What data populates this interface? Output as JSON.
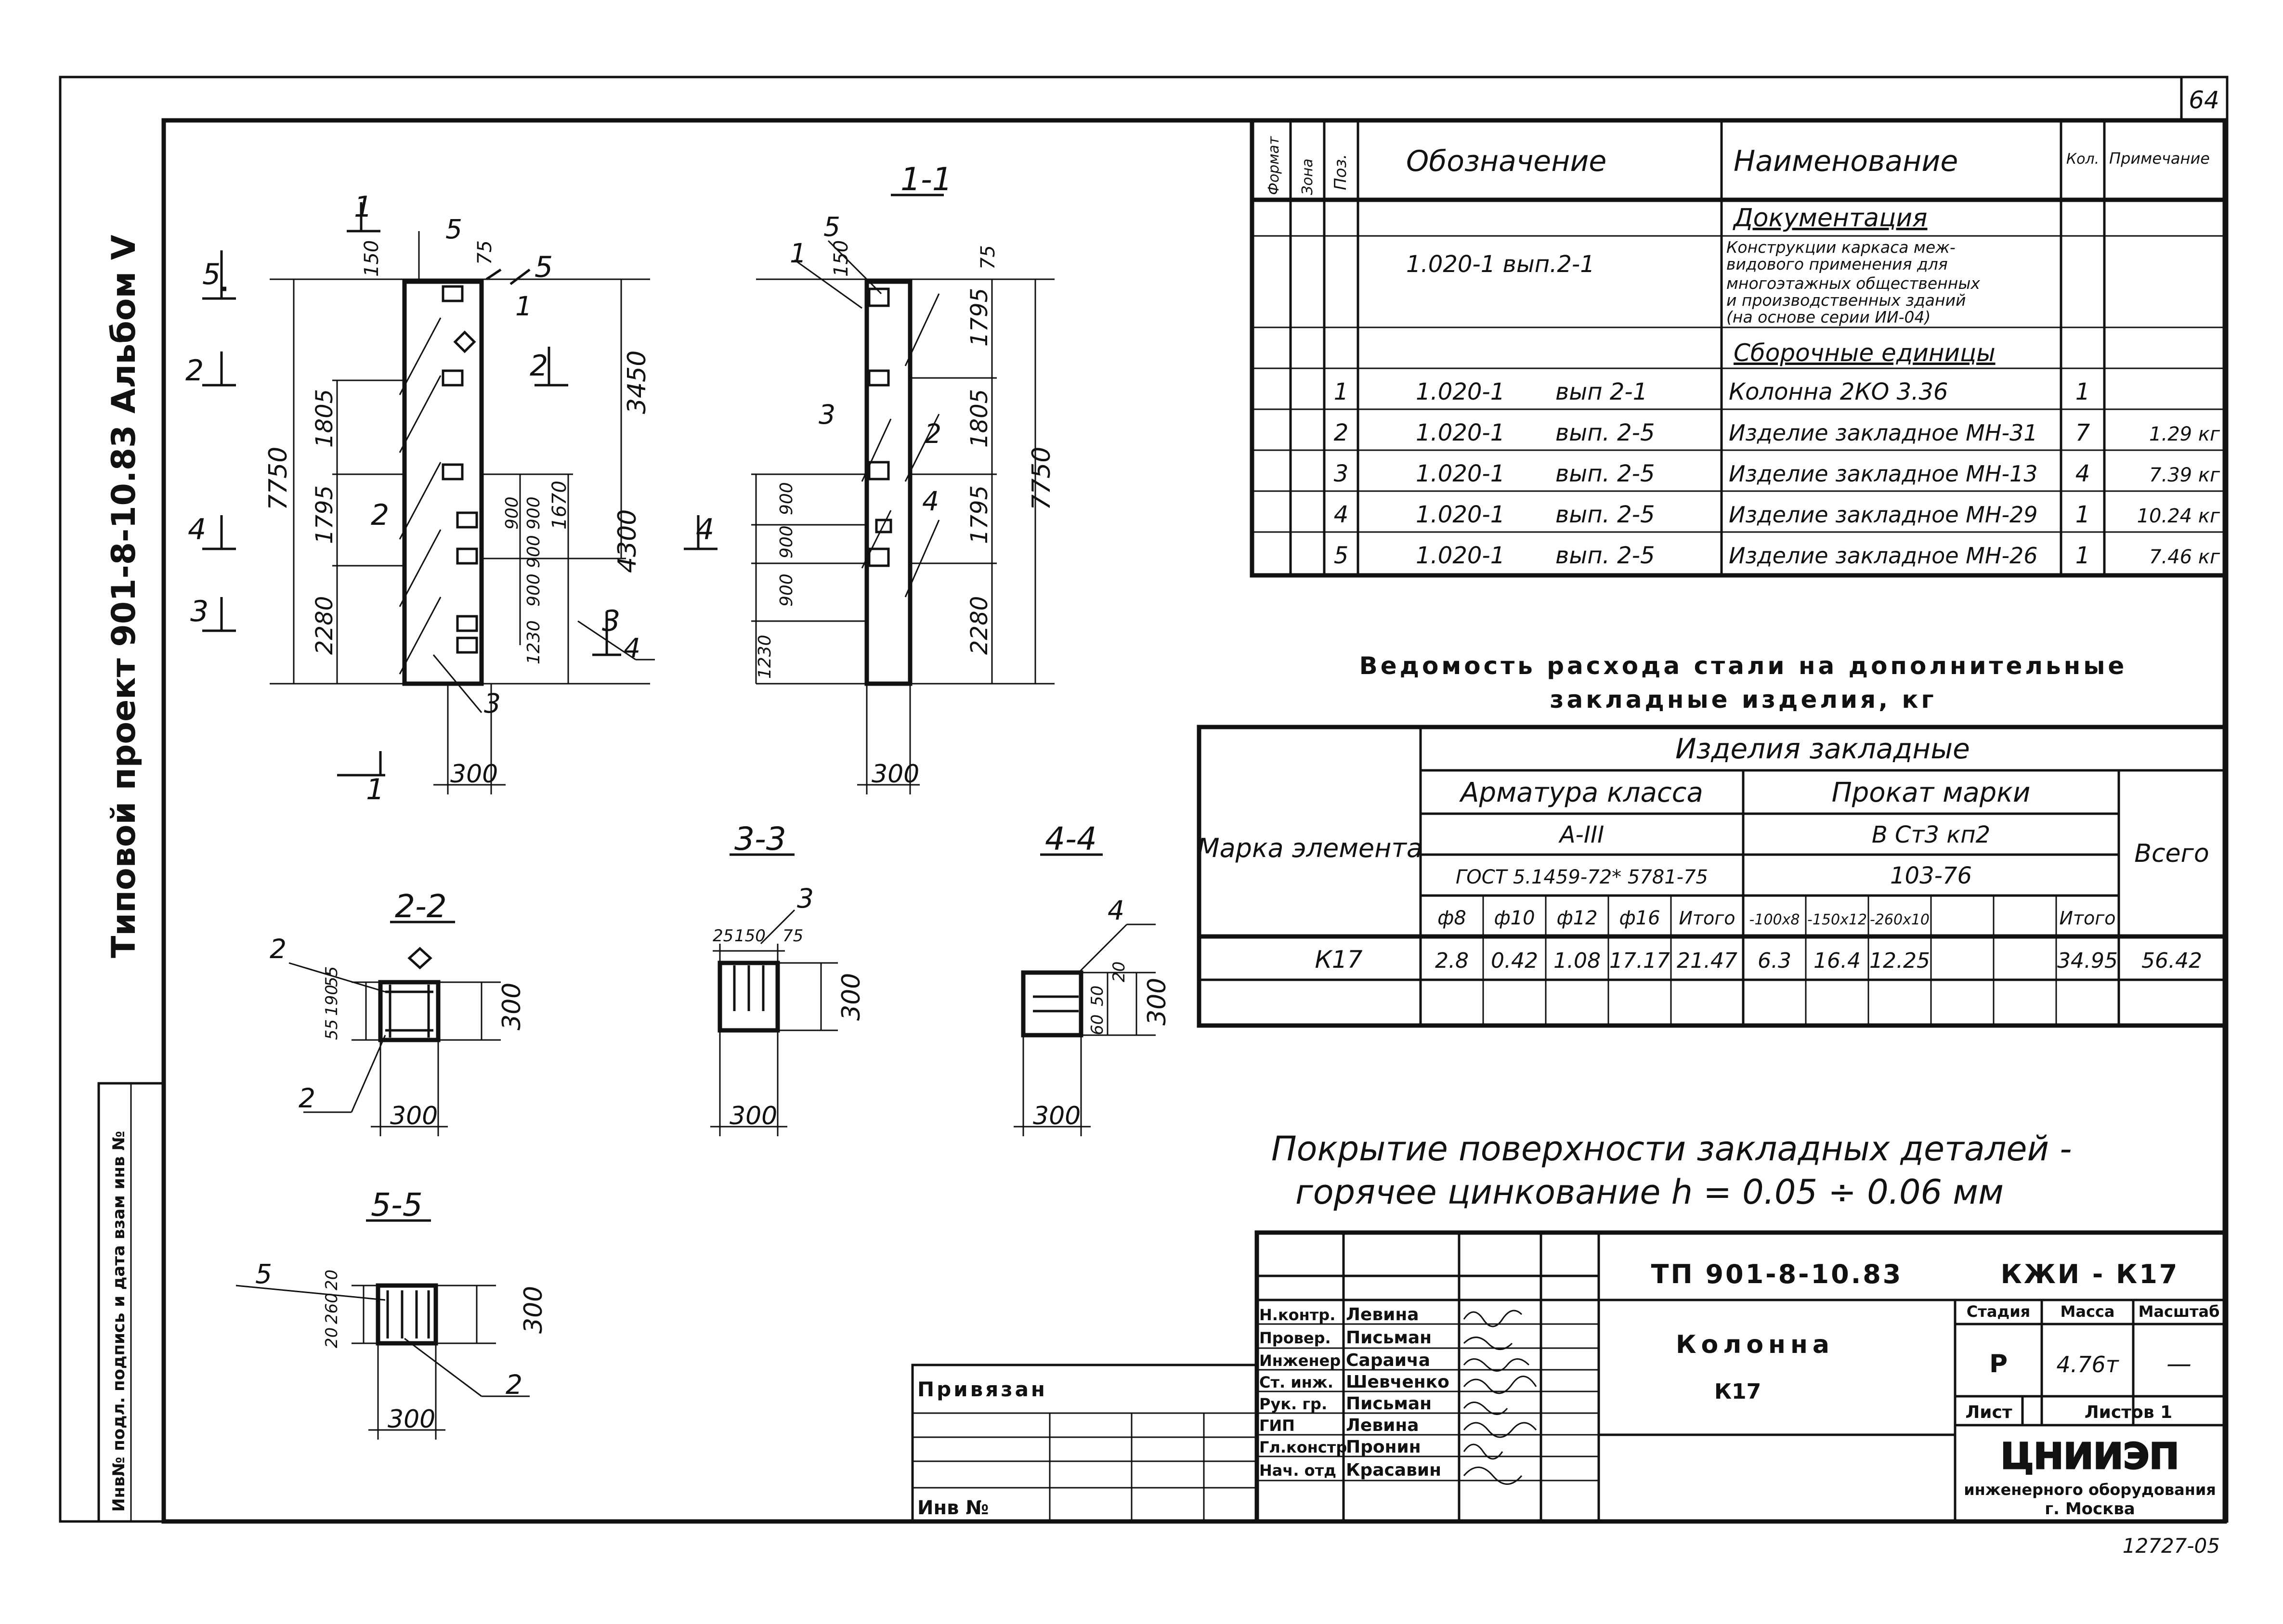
{
  "sheet": {
    "sheet_number": "64",
    "album_title": "Типовой проект 901-8-10.83 Альбом V",
    "left_strip": "Инв№ подл. подпись и дата взам инв №",
    "bottom_number": "12727-05"
  },
  "drawing": {
    "section_1_1": "1-1",
    "section_2_2": "2-2",
    "section_3_3": "3-3",
    "section_4_4": "4-4",
    "section_5_5": "5-5",
    "labels": {
      "n1": "1",
      "n2": "2",
      "n3": "3",
      "n4": "4",
      "n5": "5"
    },
    "dims": {
      "d150": "150",
      "d75": "75",
      "d3450": "3450",
      "d1805": "1805",
      "d1795": "1795",
      "d7750": "7750",
      "d2280": "2280",
      "d900": "900",
      "d1670": "1670",
      "d4300": "4300",
      "d1230": "1230",
      "d300": "300",
      "d55": "55",
      "d190": "190",
      "d25": "25",
      "d20": "20",
      "d260": "260",
      "d50": "50",
      "d60": "60"
    }
  },
  "spec_table": {
    "headers": {
      "format": "Формат",
      "zone": "Зона",
      "pos": "Поз.",
      "designation": "Обозначение",
      "name": "Наименование",
      "qty": "Кол.",
      "note": "Примечание"
    },
    "section_documentation": "Документация",
    "doc_row": {
      "designation": "1.020-1 вып.2-1",
      "name_lines": [
        "Конструкции каркаса меж-",
        "видового применения для",
        "многоэтажных общественных",
        "и производственных зданий",
        "(на основе серии ИИ-04)"
      ]
    },
    "section_assembly": "Сборочные единицы",
    "rows": [
      {
        "pos": "1",
        "designation": "1.020-1",
        "issue": "вып 2-1",
        "name": "Колонна 2КО 3.36",
        "qty": "1",
        "note": ""
      },
      {
        "pos": "2",
        "designation": "1.020-1",
        "issue": "вып. 2-5",
        "name": "Изделие закладное МН-31",
        "qty": "7",
        "note": "1.29 кг"
      },
      {
        "pos": "3",
        "designation": "1.020-1",
        "issue": "вып. 2-5",
        "name": "Изделие закладное МН-13",
        "qty": "4",
        "note": "7.39 кг"
      },
      {
        "pos": "4",
        "designation": "1.020-1",
        "issue": "вып. 2-5",
        "name": "Изделие закладное МН-29",
        "qty": "1",
        "note": "10.24 кг"
      },
      {
        "pos": "5",
        "designation": "1.020-1",
        "issue": "вып. 2-5",
        "name": "Изделие закладное МН-26",
        "qty": "1",
        "note": "7.46 кг"
      }
    ]
  },
  "steel_table": {
    "title_line1": "Ведомость расхода стали на дополнительные",
    "title_line2": "закладные изделия, кг",
    "h_items": "Изделия закладные",
    "h_rebar": "Арматура класса",
    "h_rebar_class": "А-III",
    "h_rebar_gost": "ГОСТ 5.1459-72* 5781-75",
    "h_profile": "Прокат марки",
    "h_profile_mark": "В Ст3 кп2",
    "h_profile_gost": "103-76",
    "h_mark": "Марка элемента",
    "h_total": "Всего",
    "sub_headers": [
      "ф8",
      "ф10",
      "ф12",
      "ф16",
      "Итого",
      "-100x8",
      "-150x12",
      "-260x10",
      "",
      "",
      "Итого"
    ],
    "row": {
      "mark": "К17",
      "values": [
        "2.8",
        "0.42",
        "1.08",
        "17.17",
        "21.47",
        "6.3",
        "16.4",
        "12.25",
        "",
        "",
        "34.95"
      ],
      "total": "56.42"
    }
  },
  "note": {
    "line1": "Покрытие поверхности закладных деталей -",
    "line2": "горячее цинкование h = 0.05 ÷ 0.06 мм"
  },
  "title_block": {
    "code": "ТП 901-8-10.83",
    "doc_mark": "КЖИ - К17",
    "element_name": "Колонна",
    "element_mark": "К17",
    "stage_label": "Стадия",
    "mass_label": "Масса",
    "scale_label": "Масштаб",
    "stage": "Р",
    "mass": "4.76т",
    "scale": "—",
    "sheet_label": "Лист",
    "sheets_label": "Листов 1",
    "org_logo": "ЦНИИЭП",
    "org_line1": "инженерного оборудования",
    "org_line2": "г. Москва",
    "linked": "Привязан",
    "inv": "Инв №",
    "roles": [
      "Н.контр.",
      "Провер.",
      "Инженер",
      "Ст. инж.",
      "Рук. гр.",
      "ГИП",
      "Гл.констр",
      "Нач. отд"
    ],
    "names": [
      "Левина",
      "Письман",
      "Сараича",
      "Шевченко",
      "Письман",
      "Левина",
      "Пронин",
      "Красавин"
    ]
  }
}
